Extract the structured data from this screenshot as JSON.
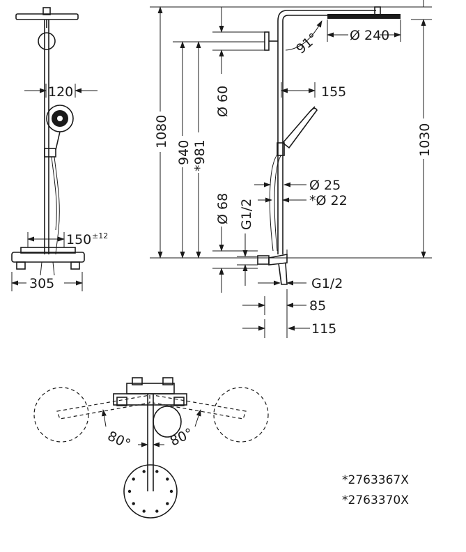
{
  "front_view": {
    "width_120": "120",
    "width_150": "150",
    "tolerance": "±12",
    "width_305": "305"
  },
  "side_view": {
    "height_1080": "1080",
    "height_940": "940",
    "height_981": "*981",
    "dia_60": "Ø 60",
    "dia_68": "Ø 68",
    "thread_g12_vertical": "G1/2",
    "angle_91": "91°",
    "dia_240": "Ø 240",
    "reach_155": "155",
    "height_1030": "1030",
    "dia_25": "Ø 25",
    "dia_22": "*Ø 22",
    "thread_g12": "G1/2",
    "depth_85": "85",
    "depth_115": "115"
  },
  "top_view": {
    "angle_left": "80°",
    "angle_right": "80°"
  },
  "notes": [
    "*2763367X",
    "*2763370X"
  ]
}
